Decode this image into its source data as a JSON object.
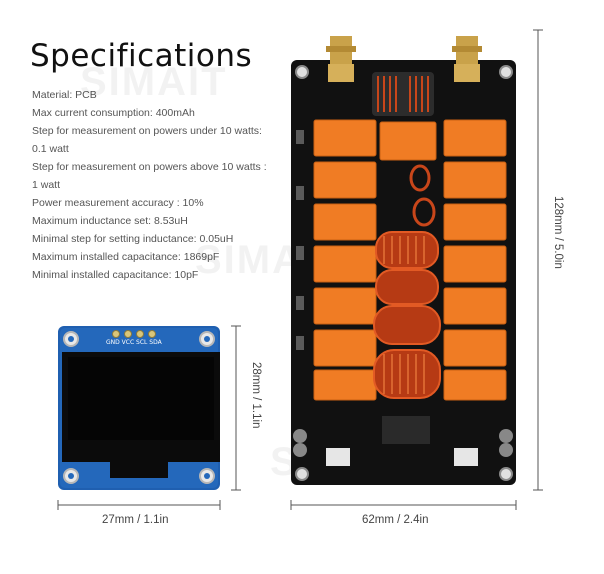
{
  "title": "Specifications",
  "specs": [
    "Material: PCB",
    "Max current consumption: 400mAh",
    "Step for measurement on powers under 10 watts:",
    "0.1 watt",
    "Step for measurement on powers above 10 watts :",
    "1 watt",
    "Power measurement accuracy : 10%",
    "Maximum inductance set: 8.53uH",
    "Minimal step for setting inductance: 0.05uH",
    "Maximum installed capacitance: 1869pF",
    "Minimal installed capacitance: 10pF"
  ],
  "oled": {
    "pin_label": "GND VCC SCL SDA",
    "width_label": "27mm / 1.1in",
    "height_label": "28mm / 1.1in"
  },
  "board": {
    "width_label": "62mm / 2.4in",
    "height_label": "128mm / 5.0in"
  },
  "watermark": "SIMAIT",
  "colors": {
    "pcb": "#111111",
    "relay": "#f07c24",
    "coil": "#c8461a",
    "oled_pcb": "#1f5fb0",
    "screen": "#0a0a0a"
  }
}
